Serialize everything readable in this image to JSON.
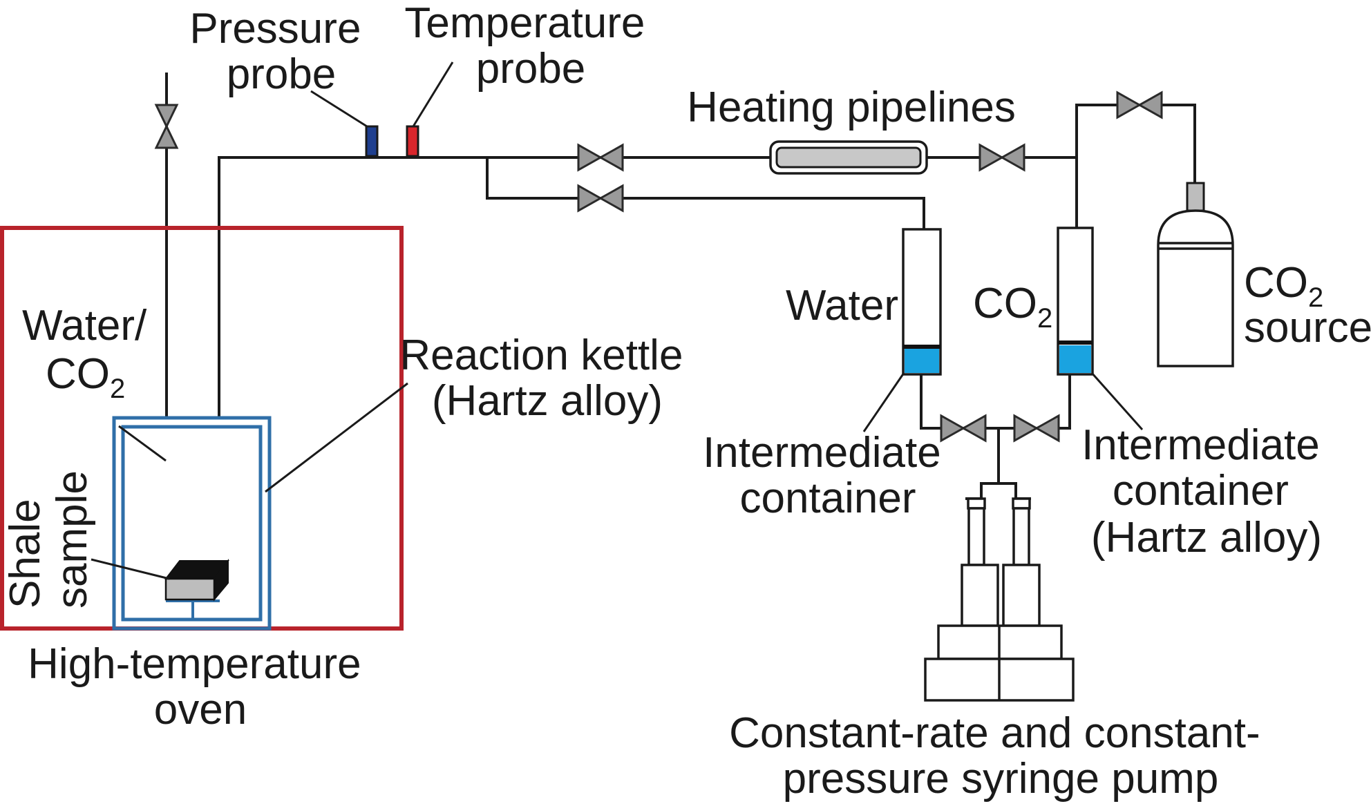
{
  "labels": {
    "pressure_probe": [
      "Pressure",
      "probe"
    ],
    "temperature_probe": [
      "Temperature",
      "probe"
    ],
    "heating_pipelines": "Heating pipelines",
    "water_co2_line1": "Water/",
    "water_co2_co": "CO",
    "water_co2_sub": "2",
    "reaction_kettle": [
      "Reaction kettle",
      "(Hartz alloy)"
    ],
    "shale_sample": [
      "Shale",
      "sample"
    ],
    "oven": [
      "High-temperature",
      "oven"
    ],
    "water": "Water",
    "co2_container_co": "CO",
    "co2_container_sub": "2",
    "co2_source_co": "CO",
    "co2_source_sub": "2",
    "co2_source_word": "source",
    "intermediate_left": [
      "Intermediate",
      "container"
    ],
    "intermediate_right": [
      "Intermediate",
      "container",
      "(Hartz alloy)"
    ],
    "pump": [
      "Constant-rate and constant-",
      "pressure syringe pump"
    ]
  },
  "colors": {
    "oven_border": "#b8232b",
    "kettle_border": "#2f6fa8",
    "pressure_probe": "#1f3f8f",
    "temperature_probe": "#d9262c",
    "piston_fill": "#1aa3e0",
    "valve_fill": "#9a9a9a",
    "heater_fill": "#c8c8c8",
    "sample_top": "#111111",
    "sample_front": "#bdbdbd"
  }
}
